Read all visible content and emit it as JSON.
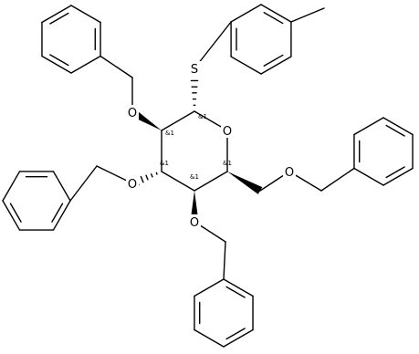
{
  "molecule": {
    "atoms": [
      {
        "id": "S",
        "label": "S"
      },
      {
        "id": "O5",
        "label": "O"
      },
      {
        "id": "O2",
        "label": "O"
      },
      {
        "id": "O3",
        "label": "O"
      },
      {
        "id": "O4",
        "label": "O"
      },
      {
        "id": "O6",
        "label": "O"
      }
    ],
    "stereo_labels": [
      {
        "id": "C1",
        "label": "&1"
      },
      {
        "id": "C2",
        "label": "&1"
      },
      {
        "id": "C3",
        "label": "&1"
      },
      {
        "id": "C4",
        "label": "&1"
      },
      {
        "id": "C5",
        "label": "&1"
      }
    ],
    "colors": {
      "bond": "#000000",
      "label": "#000000",
      "background": "#ffffff"
    }
  }
}
